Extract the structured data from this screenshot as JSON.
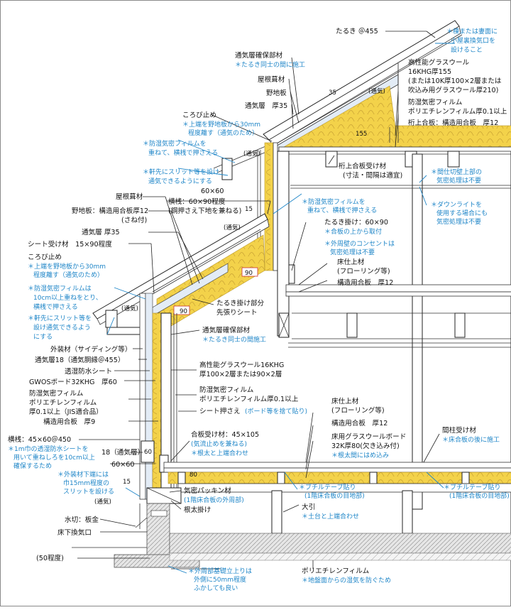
{
  "roof_upper": {
    "rafter": "たるき ＠455",
    "ridge_note": [
      "＊棟または妻面に",
      "小屋裏換気口を",
      "設けること"
    ],
    "vent_layer_spacer": "通気層確保部材",
    "vent_layer_spacer_note": "＊たるき同士の間に施工",
    "roofing": "屋根葺材",
    "sheathing": "野地板",
    "air_layer": "通気層　厚35",
    "pitch": "35",
    "flow": "(通気)",
    "stop": "ころび止め",
    "stop_note": [
      "＊上端を野地板から30mm",
      "程度離す（通気のため）"
    ],
    "vapor_note": [
      "＊防湿気密フィルムを",
      "重ねて、横桟で押さえる"
    ],
    "slit_note": [
      "＊軒先にスリット等を設け",
      "通気できるようにする"
    ],
    "batten": "60×60"
  },
  "ceiling": {
    "glass_wool": [
      "高性能グラスウール",
      "16KHG厚155",
      "(または10K厚100×2層または",
      "吹込み用グラスウール厚210)"
    ],
    "film": [
      "防湿気密フィルム",
      "ポリエチレンフィルム厚0.1以上"
    ],
    "board": "桁上合板：構造用合板　厚12",
    "board_receiver": [
      "桁上合板受け材",
      "(寸法・間隔は適宜)"
    ],
    "post_note": [
      "＊間仕切壁上部の",
      "気密処理は不要"
    ],
    "downlight_note": [
      "＊ダウンライトを",
      "使用する場合にも",
      "気密処理は不要"
    ],
    "dim155": "155"
  },
  "roof_lower": {
    "roofing": "屋根葺材",
    "sheathing": [
      "野地板：構造用合板厚12",
      "(さね付)"
    ],
    "air_layer": "通気層 厚35",
    "seat": "シート受け材　15×90程度",
    "stop": "ころび止め",
    "stop_note": [
      "＊上端を野地板から30mm",
      "程度離す（通気のため）"
    ],
    "vapor_note": [
      "＊防湿気密フィルムは",
      "10cm以上重ねをとり、",
      "横桟で押さえる"
    ],
    "slit_note": [
      "＊軒先にスリット等を",
      "設け通気できるよう",
      "にする"
    ],
    "batten": [
      "横桟：60×90程度",
      "(鋼押さえ下地を兼ねる)"
    ],
    "batten_note": [
      "＊防湿気密フィルムを",
      "重ねて、横桟で押さえる"
    ],
    "dim15": "15",
    "flow": "(通気)",
    "rafter_hanger": "たるき掛け：60×90",
    "rafter_hanger_note": "＊合板の上から取付",
    "outlet_note": [
      "＊外周壁のコンセントは",
      "気密処理は不要"
    ],
    "floor_finish": [
      "床仕上材",
      "(フローリング等)"
    ],
    "floor_board": "構造用合板　厚12",
    "pre_sheet": [
      "たるき掛け部分",
      "先張りシート"
    ],
    "dim90": "90"
  },
  "wall": {
    "spacer": "通気層確保部材",
    "spacer_note": "＊たるき同士の間施工",
    "exterior": "外装材（サイディング等）",
    "air_layer": "通気層18（通気胴縁＠455）",
    "sheet": "透湿防水シート",
    "gwos": "GWOSボード32KHG　厚60",
    "film": [
      "防湿気密フィルム",
      "ポリエチレンフィルム",
      "厚0.1以上（JIS適合品）"
    ],
    "board": "構造用合板　厚9",
    "glass_wool": [
      "高性能グラスウール16KHG",
      "厚100×2層または90×2層"
    ],
    "film2": [
      "防湿気密フィルム",
      "ポリエチレンフィルム厚0.1以上"
    ],
    "sheet_press": "シート押さえ",
    "sheet_press_note": "(ボード等を捨て貼り)",
    "batten": "横桟：45×60＠450",
    "batten_note": [
      "＊1m巾の透湿防水シートを",
      "用いて重ねしろを10cm以上",
      "確保するため"
    ],
    "air18": "18（通気層）",
    "dim60": "60",
    "post": "60×60",
    "slit_note": [
      "＊外装材下端には",
      "巾15mm程度の",
      "スリットを設ける"
    ],
    "dim15": "15",
    "flow": "(通気)"
  },
  "floor": {
    "ply_receiver": "合板受け材：45×105",
    "ply_receiver_note1": "(気流止めを兼ねる)",
    "ply_receiver_note2": "＊根太と上端合わせ",
    "finish": [
      "床仕上材",
      "(フローリング等)"
    ],
    "board": "構造用合板　厚12",
    "board_insulation": [
      "床用グラスウールボード",
      "32K厚80(欠き込み付)"
    ],
    "board_insulation_note": "＊根太間にはめ込み",
    "post_receiver": "間柱受け材",
    "post_receiver_note": "＊床合板の後に施工",
    "butyl_note1": [
      "＊ブチルテープ貼り",
      "(1階床合板の目地部)"
    ],
    "butyl_note2": [
      "＊ブチルテープ貼り",
      "(1階床合板の目地部)"
    ],
    "packing": "気密パッキン材",
    "packing_note": "(1階床合板の外周部)",
    "joist": "根太掛け",
    "sill": "大引",
    "sill_note": "＊土台と上端合わせ",
    "dim80": "80",
    "drip": "水切：板金",
    "vent": "床下換気口",
    "dim50": "(50程度)",
    "found_note": [
      "＊外周部基礎立上りは",
      "外側に50mm程度",
      "ふかしても良い"
    ],
    "pe_film": "ポリエチレンフィルム",
    "pe_note": "＊地盤面からの湿気を防ぐため",
    "dim60x60": "60×60"
  }
}
